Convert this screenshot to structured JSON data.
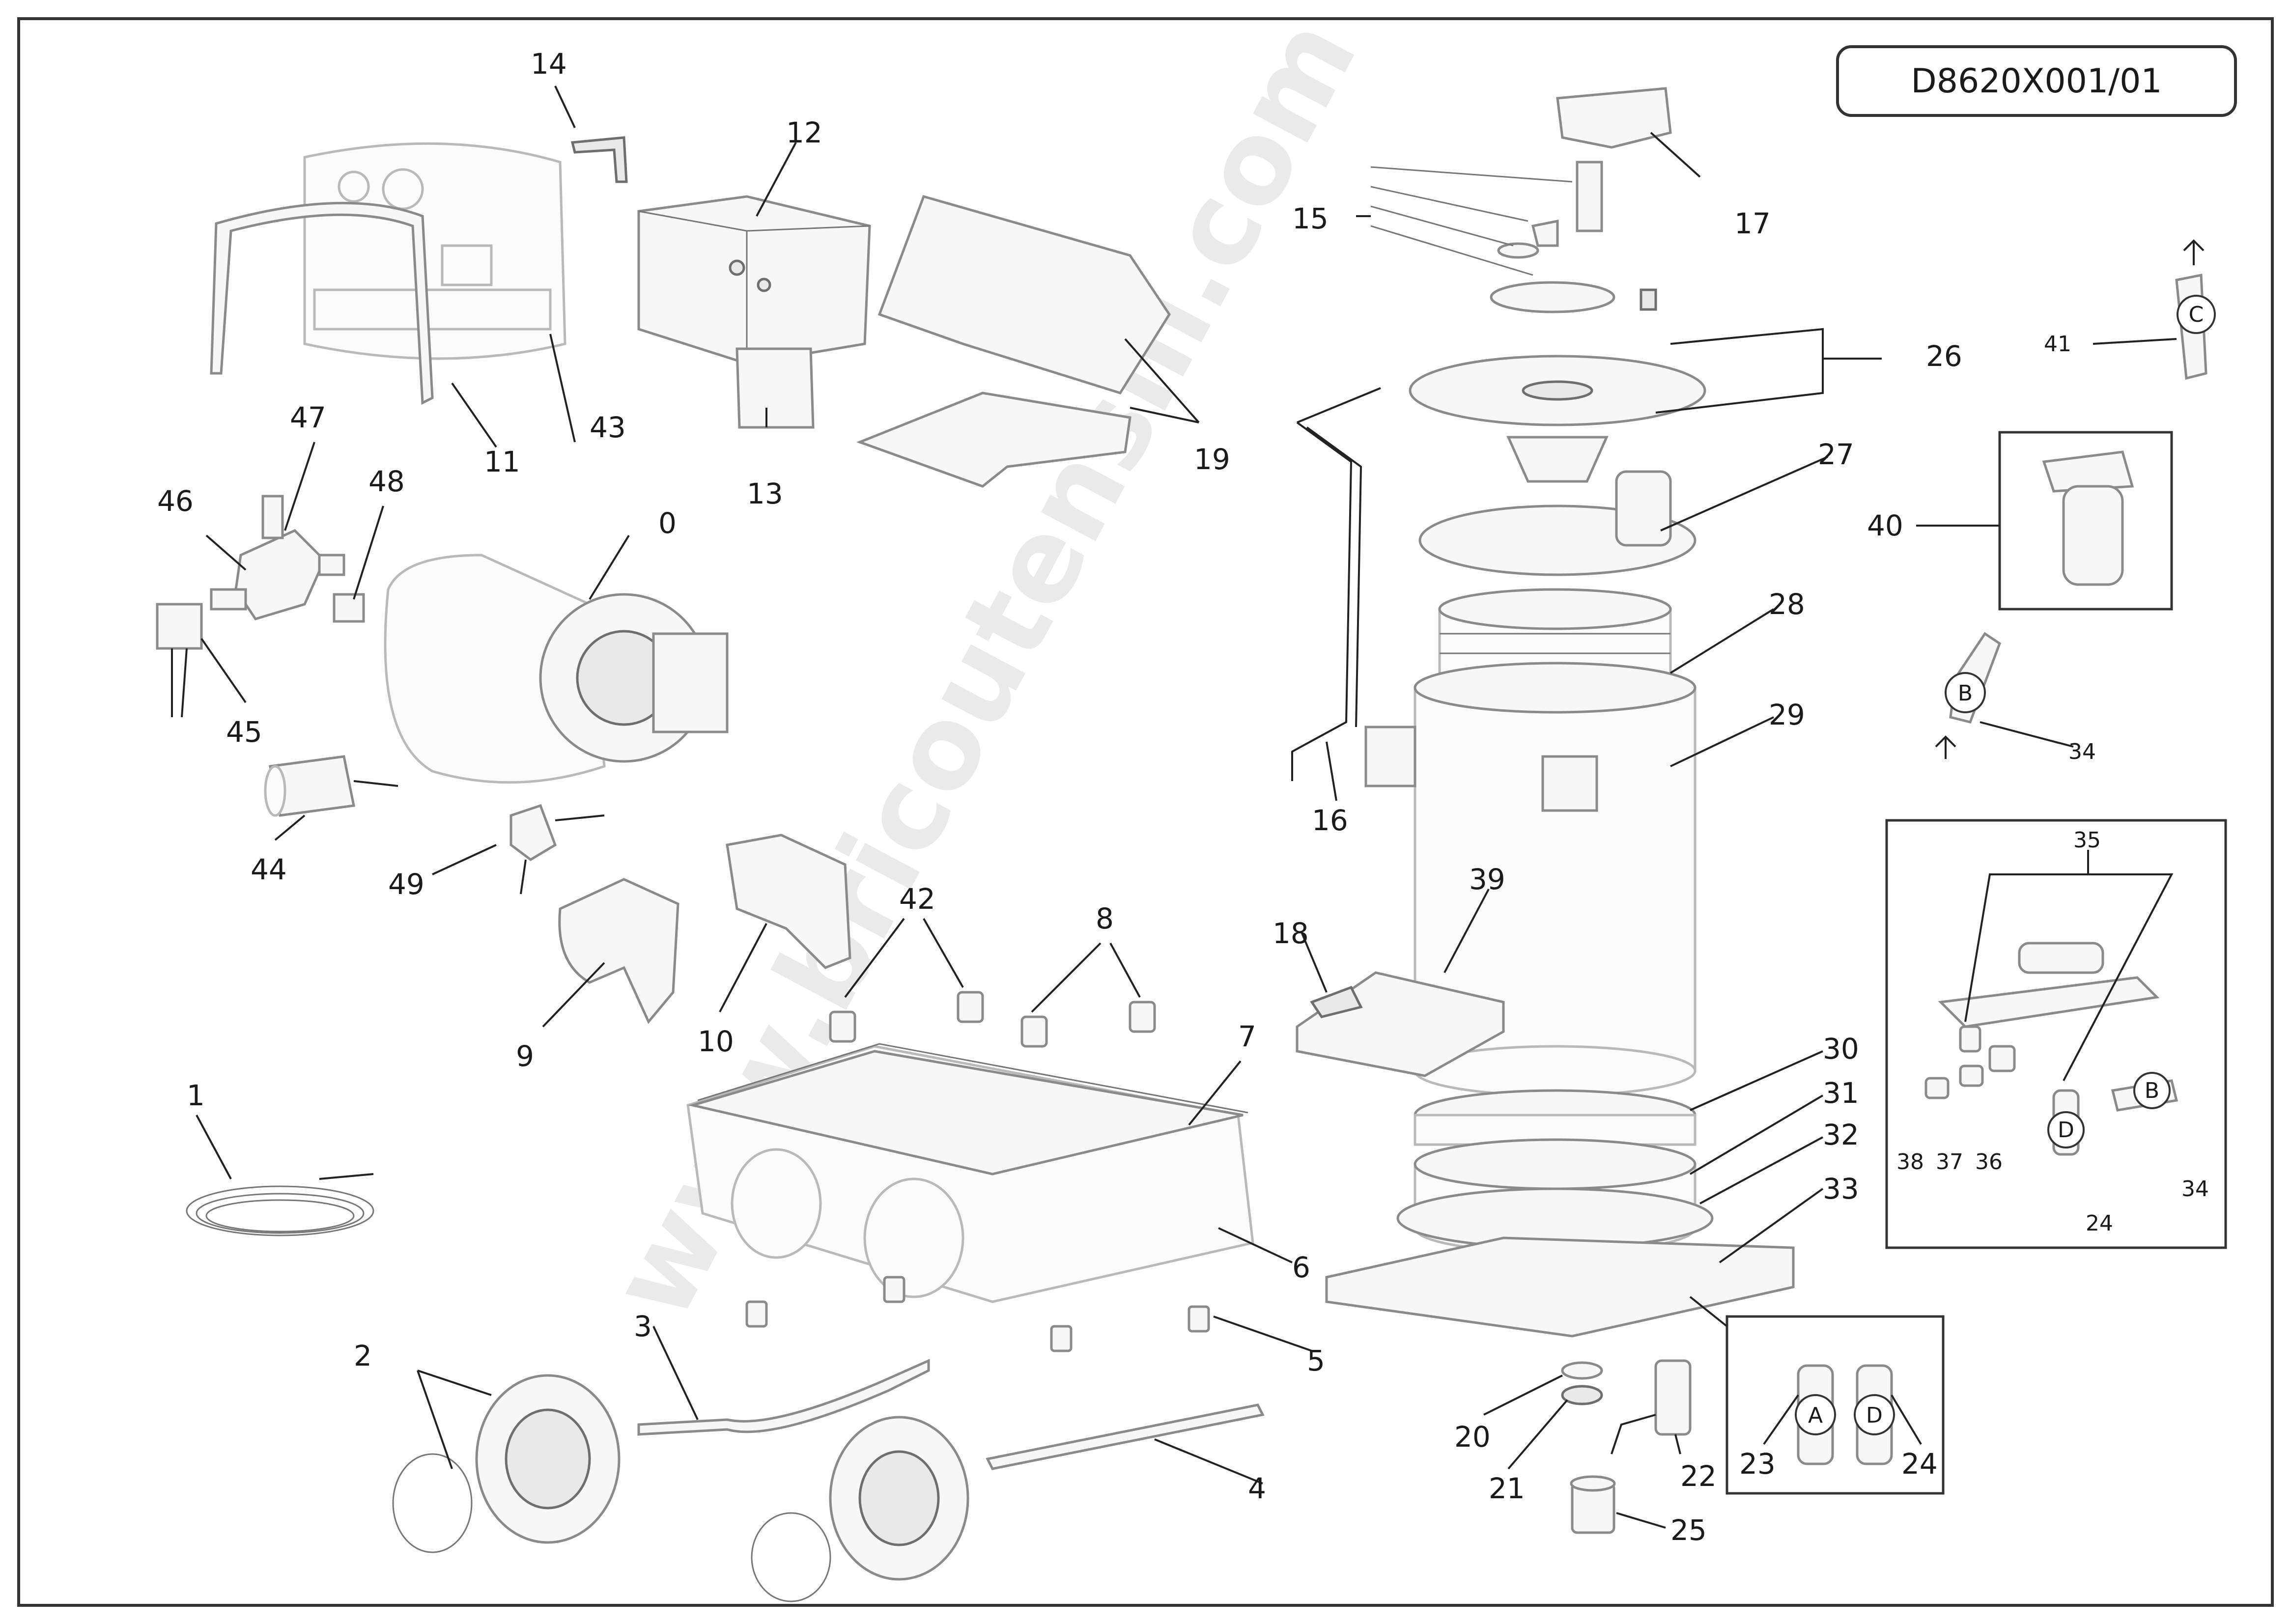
{
  "reference_code": "D8620X001/01",
  "watermark": "www.bricoutensili.com",
  "parts": [
    {
      "id": "p0",
      "label": "0",
      "name": "motor-pump-assembly-icon"
    },
    {
      "id": "p1",
      "label": "1",
      "name": "power-cable-icon"
    },
    {
      "id": "p2",
      "label": "2",
      "name": "wheel-icon"
    },
    {
      "id": "p3",
      "label": "3",
      "name": "axle-frame-icon"
    },
    {
      "id": "p4",
      "label": "4",
      "name": "rear-axle-icon"
    },
    {
      "id": "p5",
      "label": "5",
      "name": "bushing-icon"
    },
    {
      "id": "p6",
      "label": "6",
      "name": "base-chassis-icon"
    },
    {
      "id": "p7",
      "label": "7",
      "name": "chassis-gasket-icon"
    },
    {
      "id": "p8",
      "label": "8",
      "name": "spacer-icon"
    },
    {
      "id": "p9",
      "label": "9",
      "name": "handle-left-icon"
    },
    {
      "id": "p10",
      "label": "10",
      "name": "handle-right-icon"
    },
    {
      "id": "p11",
      "label": "11",
      "name": "front-frame-icon"
    },
    {
      "id": "p12",
      "label": "12",
      "name": "electrical-box-icon"
    },
    {
      "id": "p13",
      "label": "13",
      "name": "box-cover-icon"
    },
    {
      "id": "p14",
      "label": "14",
      "name": "hose-fitting-icon"
    },
    {
      "id": "p15",
      "label": "15",
      "name": "burner-components-icon"
    },
    {
      "id": "p16",
      "label": "16",
      "name": "rod-icon"
    },
    {
      "id": "p17",
      "label": "17",
      "name": "ignition-transformer-icon"
    },
    {
      "id": "p18",
      "label": "18",
      "name": "clip-icon"
    },
    {
      "id": "p19",
      "label": "19",
      "name": "bracket-icon"
    },
    {
      "id": "p20",
      "label": "20",
      "name": "washer-icon"
    },
    {
      "id": "p21",
      "label": "21",
      "name": "nut-icon"
    },
    {
      "id": "p22",
      "label": "22",
      "name": "fuel-filter-icon"
    },
    {
      "id": "p23",
      "label": "23",
      "name": "connector-a-icon"
    },
    {
      "id": "p24",
      "label": "24",
      "name": "connector-d-icon"
    },
    {
      "id": "p25",
      "label": "25",
      "name": "cap-icon"
    },
    {
      "id": "p26",
      "label": "26",
      "name": "top-cover-icon"
    },
    {
      "id": "p27",
      "label": "27",
      "name": "deflector-plate-icon"
    },
    {
      "id": "p28",
      "label": "28",
      "name": "heating-coil-icon"
    },
    {
      "id": "p29",
      "label": "29",
      "name": "boiler-shell-icon"
    },
    {
      "id": "p30",
      "label": "30",
      "name": "lower-ring-icon"
    },
    {
      "id": "p31",
      "label": "31",
      "name": "combustion-chamber-icon"
    },
    {
      "id": "p32",
      "label": "32",
      "name": "seal-ring-icon"
    },
    {
      "id": "p33",
      "label": "33",
      "name": "base-plate-icon"
    },
    {
      "id": "p34",
      "label": "34",
      "name": "connector-b-icon"
    },
    {
      "id": "p35",
      "label": "35",
      "name": "valve-block-icon"
    },
    {
      "id": "p36",
      "label": "36",
      "name": "fitting-36-icon"
    },
    {
      "id": "p37",
      "label": "37",
      "name": "fitting-37-icon"
    },
    {
      "id": "p38",
      "label": "38",
      "name": "fitting-38-icon"
    },
    {
      "id": "p39",
      "label": "39",
      "name": "mounting-plate-icon"
    },
    {
      "id": "p40",
      "label": "40",
      "name": "water-filter-icon"
    },
    {
      "id": "p41",
      "label": "41",
      "name": "connector-c-icon"
    },
    {
      "id": "p42",
      "label": "42",
      "name": "spacer-42-icon"
    },
    {
      "id": "p43",
      "label": "43",
      "name": "control-panel-icon"
    },
    {
      "id": "p44",
      "label": "44",
      "name": "capacitor-icon"
    },
    {
      "id": "p45",
      "label": "45",
      "name": "solenoid-icon"
    },
    {
      "id": "p46",
      "label": "46",
      "name": "valve-body-icon"
    },
    {
      "id": "p47",
      "label": "47",
      "name": "nozzle-fitting-icon"
    },
    {
      "id": "p48",
      "label": "48",
      "name": "nipple-icon"
    },
    {
      "id": "p49",
      "label": "49",
      "name": "pressure-switch-icon"
    }
  ],
  "connector_letters": {
    "a": "A",
    "b": "B",
    "c": "C",
    "d": "D"
  }
}
